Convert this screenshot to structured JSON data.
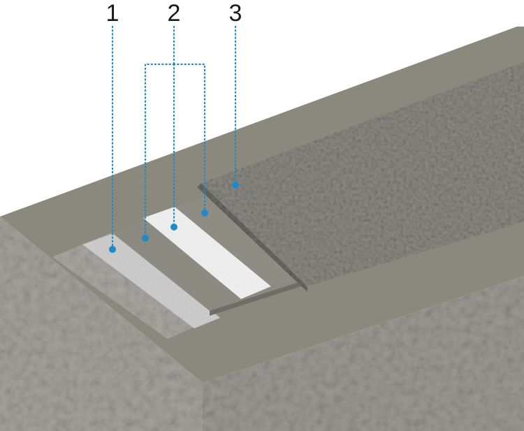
{
  "labels": {
    "one": "1",
    "two": "2",
    "three": "3"
  },
  "colors": {
    "leader": "#1f8ac9",
    "slab_top": "#8a877d",
    "slab_front": "#9b9a95",
    "slab_side": "#8f8e89",
    "tape": "#f2f2f2",
    "primer": "#c9c9c9",
    "textured_coating": "#8c8a83"
  }
}
